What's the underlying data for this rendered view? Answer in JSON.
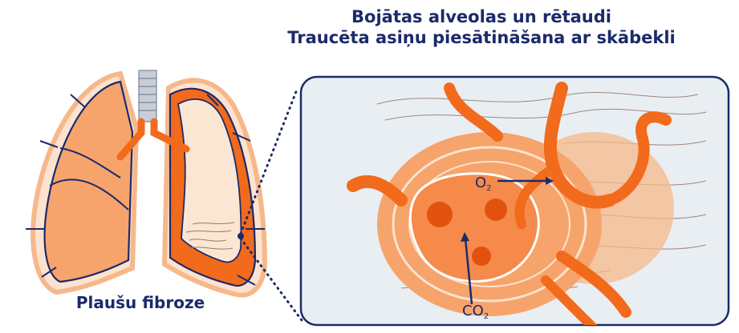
{
  "diagram": {
    "title_line1": "Bojātas alveolas un rētaudi",
    "title_line2": "Traucēta asiņu piesātināšana ar skābekli",
    "lung_caption": "Plaušu fibroze",
    "o2_label": "O",
    "o2_subscript": "2",
    "co2_label": "CO",
    "co2_subscript": "2",
    "colors": {
      "navy": "#1b2a6b",
      "orange": "#f26a1b",
      "light_orange": "#f6a46b",
      "peach": "#fbd6b8",
      "panel_bg": "#e9eef3"
    }
  }
}
